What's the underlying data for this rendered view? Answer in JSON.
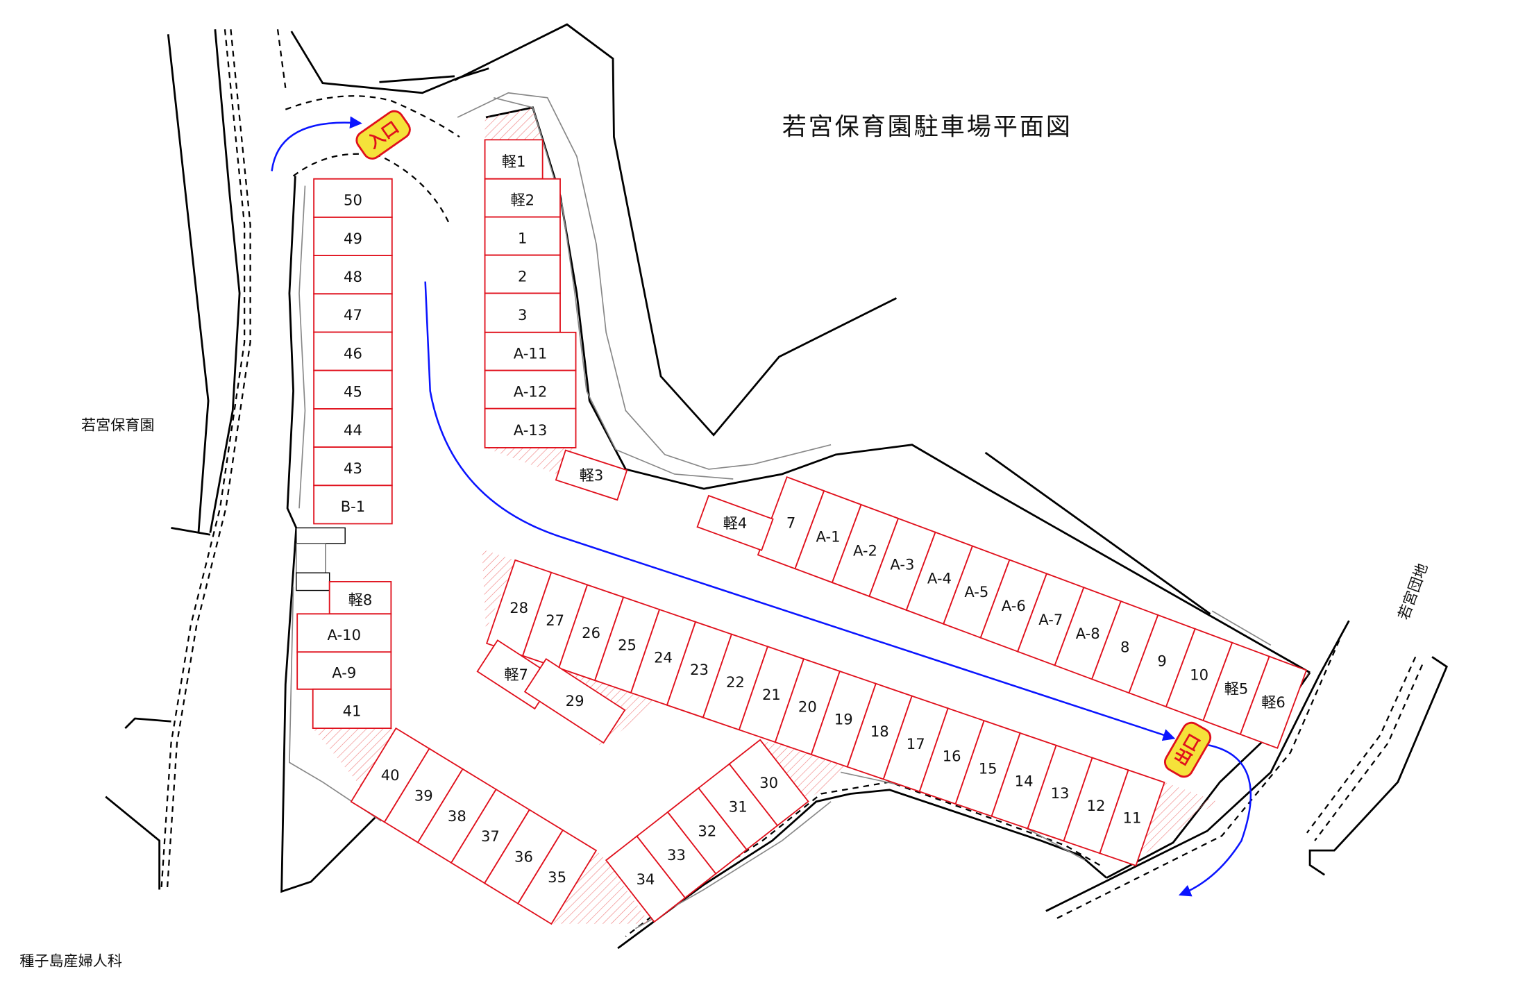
{
  "title": "若宮保育園駐車場平面図",
  "places": {
    "nursery": "若宮保育園",
    "clinic": "種子島産婦人科",
    "housing": "若宮団地"
  },
  "signs": {
    "entrance": "入口",
    "exit": "出口"
  },
  "stall_groups": {
    "left_upper": [
      "50",
      "49",
      "48",
      "47",
      "46",
      "45",
      "44",
      "43",
      "B-1"
    ],
    "left_lower": [
      "軽8",
      "A-10",
      "A-9",
      "41"
    ],
    "center": [
      "軽1",
      "軽2",
      "1",
      "2",
      "3",
      "A-11",
      "A-12",
      "A-13"
    ],
    "row_upper_right": [
      "7",
      "A-1",
      "A-2",
      "A-3",
      "A-4",
      "A-5",
      "A-6",
      "A-7",
      "A-8",
      "8",
      "9",
      "10",
      "軽5",
      "軽6"
    ],
    "row_middle": [
      "28",
      "27",
      "26",
      "25",
      "24",
      "23",
      "22",
      "21",
      "20",
      "19",
      "18",
      "17",
      "16",
      "15",
      "14",
      "13",
      "12",
      "11"
    ],
    "row_lower_left": [
      "40",
      "39",
      "38",
      "37",
      "36",
      "35"
    ],
    "row_lower_center": [
      "34",
      "33",
      "32",
      "31",
      "30"
    ],
    "singles": [
      "軽3",
      "軽4",
      "軽7",
      "29"
    ]
  },
  "colors": {
    "stall_line": "#e0101c",
    "route_arrow": "#0a14ff",
    "sign_fill": "#f5e23a",
    "sign_text": "#e0101c"
  }
}
